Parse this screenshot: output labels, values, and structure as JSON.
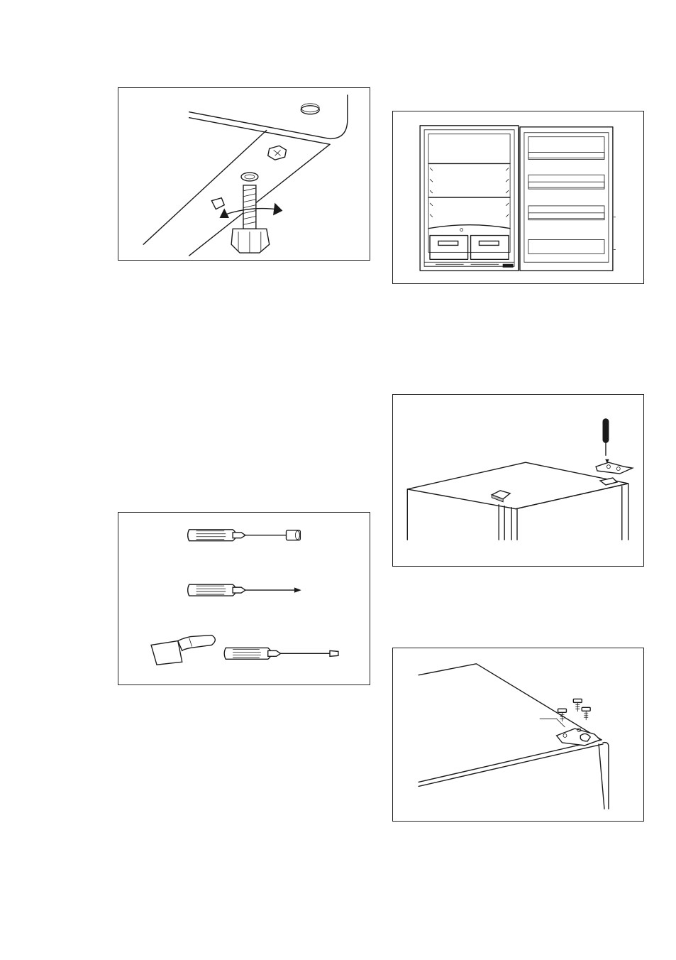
{
  "page": {
    "figures": [
      {
        "id": "leveling",
        "icon": "adjustable-foot-illustration"
      },
      {
        "id": "fridge",
        "icon": "open-refrigerator-illustration"
      },
      {
        "id": "hinge-top",
        "icon": "top-hinge-cover-removal-illustration"
      },
      {
        "id": "tools",
        "icon": "required-tools-illustration"
      },
      {
        "id": "hinge",
        "icon": "hinge-screws-illustration"
      }
    ]
  }
}
